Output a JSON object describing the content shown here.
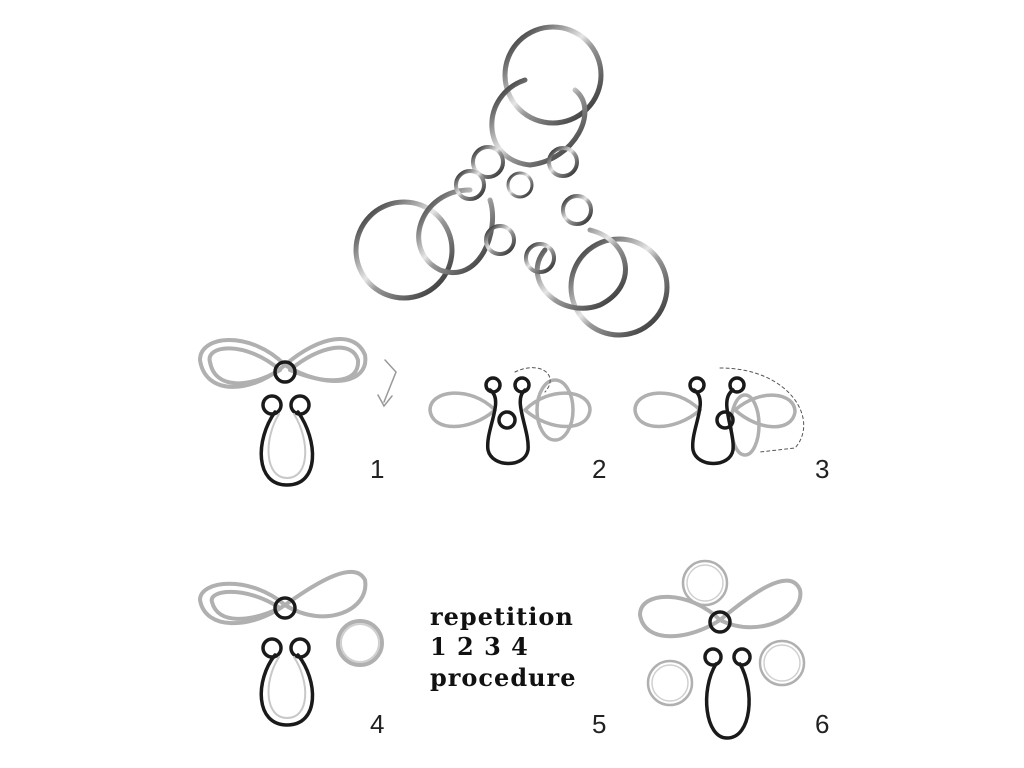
{
  "steps": [
    "1",
    "2",
    "3",
    "4",
    "5",
    "6"
  ],
  "procedure": {
    "line1": "repetition",
    "line2": "1 2 3 4",
    "line3": "procedure"
  },
  "colors": {
    "dark": "#1a1a1a",
    "light": "#a6a6a6",
    "metal_dark": "#2b2b2b",
    "metal_light": "#cfcfcf"
  }
}
